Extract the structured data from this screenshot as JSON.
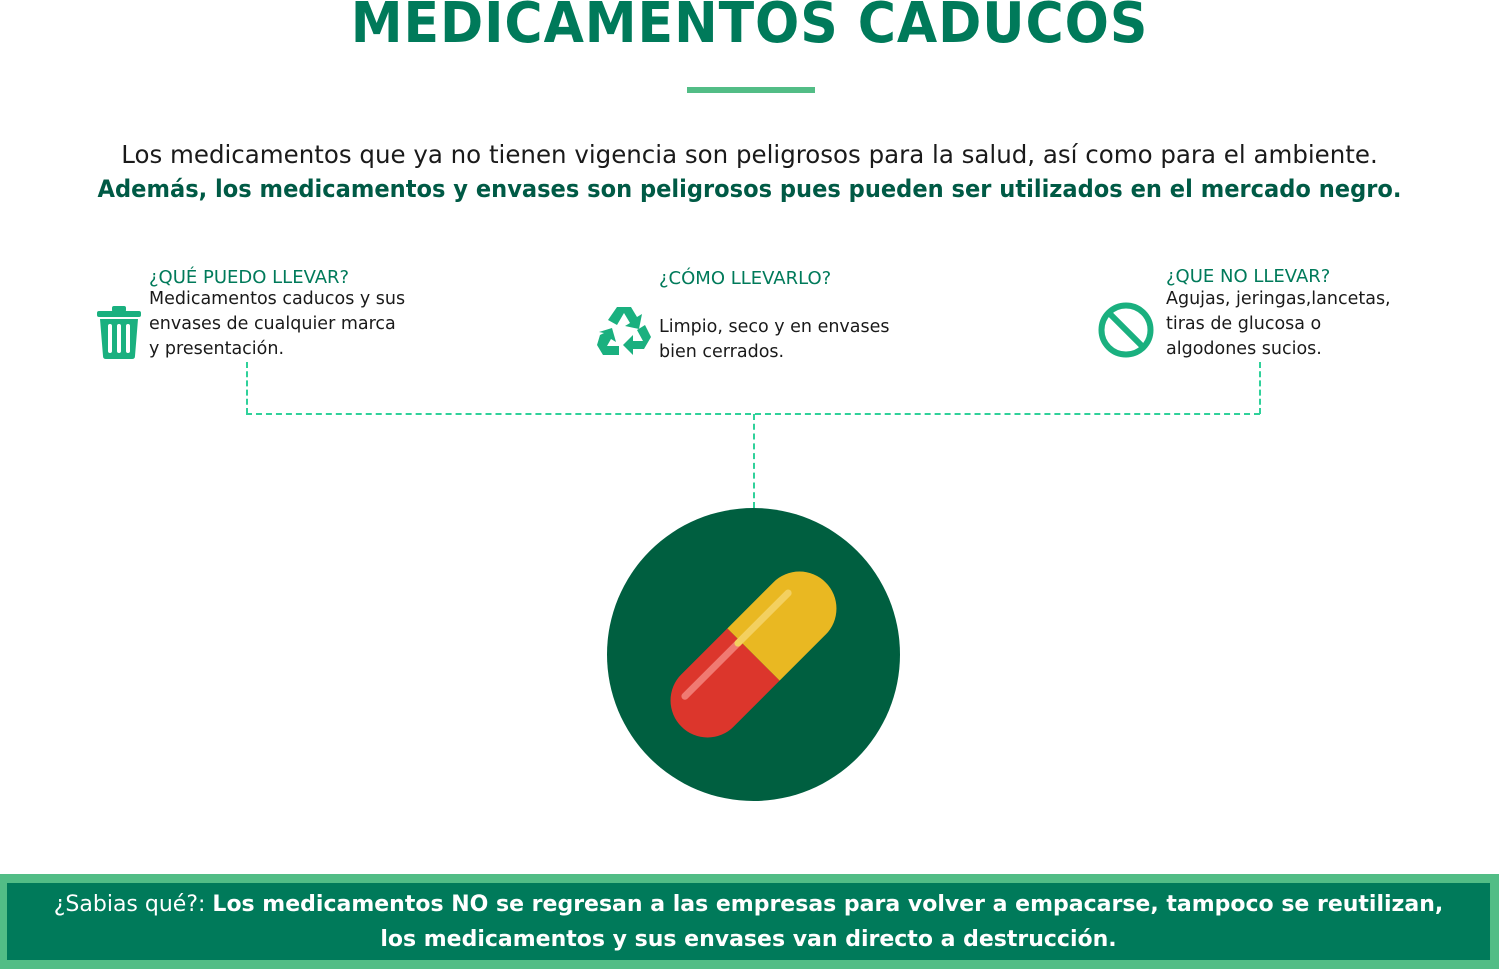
{
  "header": {
    "title": "MEDICAMENTOS CADUCOS"
  },
  "intro": {
    "line1": "Los medicamentos que ya no tienen vigencia son peligrosos para la salud, así como para el ambiente.",
    "line2": "Además, los medicamentos y envases son peligrosos pues pueden ser utilizados en el mercado negro."
  },
  "columns": [
    {
      "icon": "trash-icon",
      "heading": "¿QUÉ PUEDO LLEVAR?",
      "lines": [
        "Medicamentos caducos y sus",
        "envases de cualquier marca",
        "y presentación."
      ]
    },
    {
      "icon": "recycle-icon",
      "heading": "¿CÓMO LLEVARLO?",
      "lines": [
        "Limpio, seco y en envases",
        "bien cerrados."
      ]
    },
    {
      "icon": "prohibited-icon",
      "heading": "¿QUE NO LLEVAR?",
      "lines": [
        "Agujas, jeringas,lancetas,",
        "tiras de glucosa o",
        "algodones sucios."
      ]
    }
  ],
  "center_image": {
    "icon": "capsule-pill-icon"
  },
  "footer": {
    "lead": "¿Sabias qué?:",
    "line1": "Los medicamentos NO se regresan a las empresas para volver a empacarse, tampoco se reutilizan,",
    "line2": "los medicamentos y sus envases van directo a destrucción."
  },
  "colors": {
    "title_green": "#007a5a",
    "accent_green": "#52bd86",
    "icon_green": "#1ab07f",
    "dash_green": "#2fd19a",
    "circle_dark_green": "#005f40",
    "pill_red": "#dc362c",
    "pill_yellow": "#e9b822",
    "footer_bg": "#007a5a"
  }
}
